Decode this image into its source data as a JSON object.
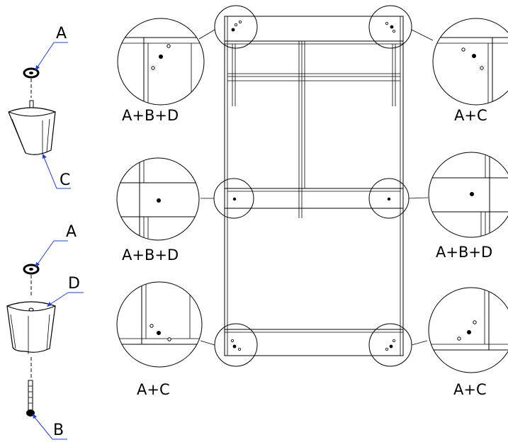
{
  "parts": {
    "a_top": "A",
    "c": "C",
    "a_bottom": "A",
    "d": "D",
    "b": "B"
  },
  "callouts": {
    "top_left": "A+B+D",
    "top_right": "A+C",
    "middle_left": "A+B+D",
    "middle_right": "A+B+D",
    "bottom_left": "A+C",
    "bottom_right": "A+C"
  },
  "colors": {
    "lines": "#000000",
    "leaders": "#1f3fd1",
    "background": "#ffffff"
  }
}
